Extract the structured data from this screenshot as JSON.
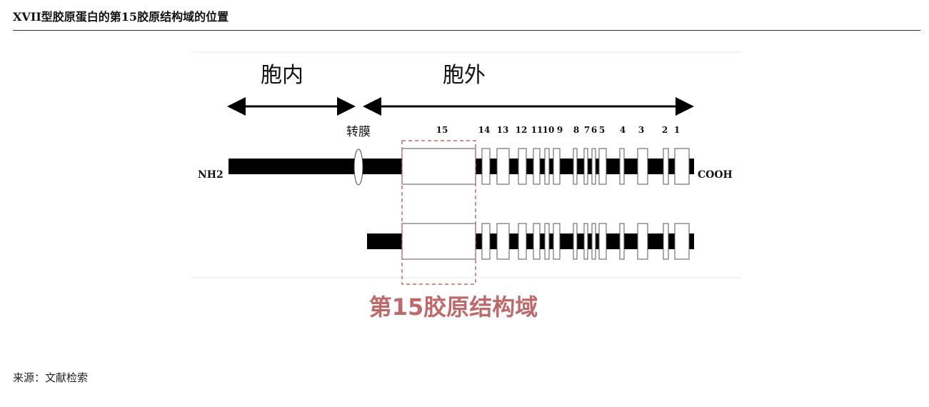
{
  "header": {
    "title": "XVII型胶原蛋白的第15胶原结构域的位置"
  },
  "diagram": {
    "intracellular_label": "胞内",
    "extracellular_label": "胞外",
    "transmembrane_label": "转膜",
    "n_terminus_label": "NH2",
    "c_terminus_label": "COOH",
    "domain_numbers": [
      "15",
      "14",
      "13",
      "12",
      "11",
      "10",
      "9",
      "8",
      "7",
      "6",
      "5",
      "4",
      "3",
      "2",
      "1"
    ],
    "highlight_label": "第15胶原结构域",
    "highlight_color": "#bf6a6a"
  },
  "footer": {
    "source": "来源：文献检索"
  }
}
